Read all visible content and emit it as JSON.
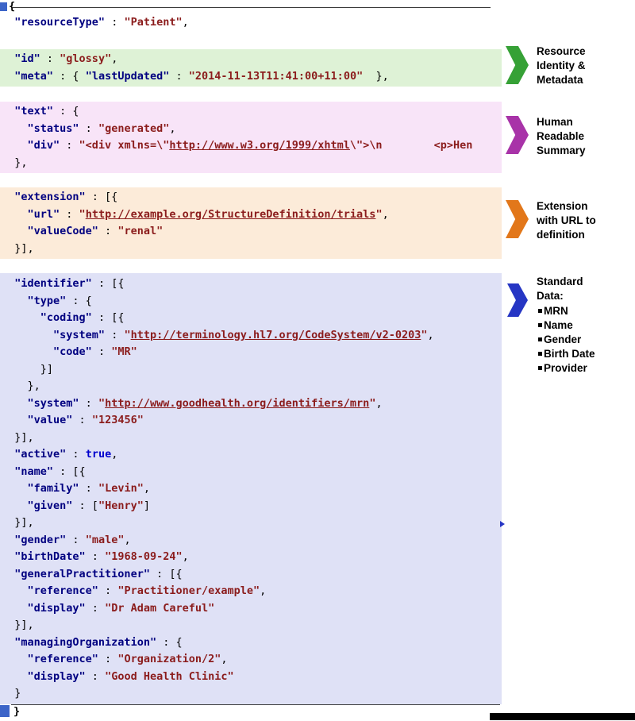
{
  "page": {
    "top_brace": "{",
    "bottom_brace": "}"
  },
  "syntax_colors": {
    "key": "#000080",
    "string": "#8b1c1c",
    "link": "#8b1c1c",
    "punct": "#000000",
    "keyword": "#0000cd"
  },
  "annotations": [
    {
      "name": "resource-identity",
      "color": "#36a136",
      "lines": [
        "Resource",
        "Identity &",
        "Metadata"
      ]
    },
    {
      "name": "human-readable",
      "color": "#a833a8",
      "lines": [
        "Human",
        "Readable",
        "Summary"
      ]
    },
    {
      "name": "extension",
      "color": "#e2771a",
      "lines": [
        "Extension",
        "with URL to",
        "definition"
      ]
    },
    {
      "name": "standard-data",
      "color": "#2636c4",
      "lines": [
        "Standard",
        "Data:"
      ],
      "bullets": [
        "MRN",
        "Name",
        "Gender",
        "Birth Date",
        "Provider"
      ]
    }
  ],
  "code": {
    "sections": [
      {
        "name": "header",
        "bg": "",
        "lines": [
          [
            {
              "c": "p",
              "t": "  "
            },
            {
              "c": "k",
              "t": "\"resourceType\""
            },
            {
              "c": "p",
              "t": " : "
            },
            {
              "c": "s",
              "t": "\"Patient\""
            },
            {
              "c": "p",
              "t": ","
            }
          ]
        ]
      },
      {
        "name": "identity",
        "bg": "#def2d6",
        "lines": [
          [
            {
              "c": "p",
              "t": "  "
            },
            {
              "c": "k",
              "t": "\"id\""
            },
            {
              "c": "p",
              "t": " : "
            },
            {
              "c": "s",
              "t": "\"glossy\""
            },
            {
              "c": "p",
              "t": ","
            }
          ],
          [
            {
              "c": "p",
              "t": "  "
            },
            {
              "c": "k",
              "t": "\"meta\""
            },
            {
              "c": "p",
              "t": " : { "
            },
            {
              "c": "k",
              "t": "\"lastUpdated\""
            },
            {
              "c": "p",
              "t": " : "
            },
            {
              "c": "s",
              "t": "\"2014-11-13T11:41:00+11:00\""
            },
            {
              "c": "p",
              "t": "  },"
            }
          ]
        ]
      },
      {
        "name": "narrative",
        "bg": "#f8e4f8",
        "lines": [
          [
            {
              "c": "p",
              "t": "  "
            },
            {
              "c": "k",
              "t": "\"text\""
            },
            {
              "c": "p",
              "t": " : {"
            }
          ],
          [
            {
              "c": "p",
              "t": "    "
            },
            {
              "c": "k",
              "t": "\"status\""
            },
            {
              "c": "p",
              "t": " : "
            },
            {
              "c": "s",
              "t": "\"generated\""
            },
            {
              "c": "p",
              "t": ","
            }
          ],
          [
            {
              "c": "p",
              "t": "    "
            },
            {
              "c": "k",
              "t": "\"div\""
            },
            {
              "c": "p",
              "t": " : "
            },
            {
              "c": "s",
              "t": "\"<div xmlns=\\\""
            },
            {
              "c": "l",
              "t": "http://www.w3.org/1999/xhtml"
            },
            {
              "c": "s",
              "t": "\\\">\\n        <p>Hen"
            }
          ],
          [
            {
              "c": "p",
              "t": "  },"
            }
          ]
        ]
      },
      {
        "name": "extension",
        "bg": "#fcebd9",
        "lines": [
          [
            {
              "c": "p",
              "t": "  "
            },
            {
              "c": "k",
              "t": "\"extension\""
            },
            {
              "c": "p",
              "t": " : [{"
            }
          ],
          [
            {
              "c": "p",
              "t": "    "
            },
            {
              "c": "k",
              "t": "\"url\""
            },
            {
              "c": "p",
              "t": " : "
            },
            {
              "c": "s",
              "t": "\""
            },
            {
              "c": "l",
              "t": "http://example.org/StructureDefinition/trials"
            },
            {
              "c": "s",
              "t": "\""
            },
            {
              "c": "p",
              "t": ","
            }
          ],
          [
            {
              "c": "p",
              "t": "    "
            },
            {
              "c": "k",
              "t": "\"valueCode\""
            },
            {
              "c": "p",
              "t": " : "
            },
            {
              "c": "s",
              "t": "\"renal\""
            }
          ],
          [
            {
              "c": "p",
              "t": "  }],"
            }
          ]
        ]
      },
      {
        "name": "data",
        "bg": "#dfe1f6",
        "lines": [
          [
            {
              "c": "p",
              "t": "  "
            },
            {
              "c": "k",
              "t": "\"identifier\""
            },
            {
              "c": "p",
              "t": " : [{"
            }
          ],
          [
            {
              "c": "p",
              "t": "    "
            },
            {
              "c": "k",
              "t": "\"type\""
            },
            {
              "c": "p",
              "t": " : {"
            }
          ],
          [
            {
              "c": "p",
              "t": "      "
            },
            {
              "c": "k",
              "t": "\"coding\""
            },
            {
              "c": "p",
              "t": " : [{"
            }
          ],
          [
            {
              "c": "p",
              "t": "        "
            },
            {
              "c": "k",
              "t": "\"system\""
            },
            {
              "c": "p",
              "t": " : "
            },
            {
              "c": "s",
              "t": "\""
            },
            {
              "c": "l",
              "t": "http://terminology.hl7.org/CodeSystem/v2-0203"
            },
            {
              "c": "s",
              "t": "\""
            },
            {
              "c": "p",
              "t": ","
            }
          ],
          [
            {
              "c": "p",
              "t": "        "
            },
            {
              "c": "k",
              "t": "\"code\""
            },
            {
              "c": "p",
              "t": " : "
            },
            {
              "c": "s",
              "t": "\"MR\""
            }
          ],
          [
            {
              "c": "p",
              "t": "      }]"
            }
          ],
          [
            {
              "c": "p",
              "t": "    },"
            }
          ],
          [
            {
              "c": "p",
              "t": "    "
            },
            {
              "c": "k",
              "t": "\"system\""
            },
            {
              "c": "p",
              "t": " : "
            },
            {
              "c": "s",
              "t": "\""
            },
            {
              "c": "l",
              "t": "http://www.goodhealth.org/identifiers/mrn"
            },
            {
              "c": "s",
              "t": "\""
            },
            {
              "c": "p",
              "t": ","
            }
          ],
          [
            {
              "c": "p",
              "t": "    "
            },
            {
              "c": "k",
              "t": "\"value\""
            },
            {
              "c": "p",
              "t": " : "
            },
            {
              "c": "s",
              "t": "\"123456\""
            }
          ],
          [
            {
              "c": "p",
              "t": "  }],"
            }
          ],
          [
            {
              "c": "p",
              "t": "  "
            },
            {
              "c": "k",
              "t": "\"active\""
            },
            {
              "c": "p",
              "t": " : "
            },
            {
              "c": "b",
              "t": "true"
            },
            {
              "c": "p",
              "t": ","
            }
          ],
          [
            {
              "c": "p",
              "t": "  "
            },
            {
              "c": "k",
              "t": "\"name\""
            },
            {
              "c": "p",
              "t": " : [{"
            }
          ],
          [
            {
              "c": "p",
              "t": "    "
            },
            {
              "c": "k",
              "t": "\"family\""
            },
            {
              "c": "p",
              "t": " : "
            },
            {
              "c": "s",
              "t": "\"Levin\""
            },
            {
              "c": "p",
              "t": ","
            }
          ],
          [
            {
              "c": "p",
              "t": "    "
            },
            {
              "c": "k",
              "t": "\"given\""
            },
            {
              "c": "p",
              "t": " : ["
            },
            {
              "c": "s",
              "t": "\"Henry\""
            },
            {
              "c": "p",
              "t": "]"
            }
          ],
          [
            {
              "c": "p",
              "t": "  }],"
            }
          ],
          [
            {
              "c": "p",
              "t": "  "
            },
            {
              "c": "k",
              "t": "\"gender\""
            },
            {
              "c": "p",
              "t": " : "
            },
            {
              "c": "s",
              "t": "\"male\""
            },
            {
              "c": "p",
              "t": ","
            }
          ],
          [
            {
              "c": "p",
              "t": "  "
            },
            {
              "c": "k",
              "t": "\"birthDate\""
            },
            {
              "c": "p",
              "t": " : "
            },
            {
              "c": "s",
              "t": "\"1968-09-24\""
            },
            {
              "c": "p",
              "t": ","
            }
          ],
          [
            {
              "c": "p",
              "t": "  "
            },
            {
              "c": "k",
              "t": "\"generalPractitioner\""
            },
            {
              "c": "p",
              "t": " : [{"
            }
          ],
          [
            {
              "c": "p",
              "t": "    "
            },
            {
              "c": "k",
              "t": "\"reference\""
            },
            {
              "c": "p",
              "t": " : "
            },
            {
              "c": "s",
              "t": "\"Practitioner/example\""
            },
            {
              "c": "p",
              "t": ","
            }
          ],
          [
            {
              "c": "p",
              "t": "    "
            },
            {
              "c": "k",
              "t": "\"display\""
            },
            {
              "c": "p",
              "t": " : "
            },
            {
              "c": "s",
              "t": "\"Dr Adam Careful\""
            }
          ],
          [
            {
              "c": "p",
              "t": "  }],"
            }
          ],
          [
            {
              "c": "p",
              "t": "  "
            },
            {
              "c": "k",
              "t": "\"managingOrganization\""
            },
            {
              "c": "p",
              "t": " : {"
            }
          ],
          [
            {
              "c": "p",
              "t": "    "
            },
            {
              "c": "k",
              "t": "\"reference\""
            },
            {
              "c": "p",
              "t": " : "
            },
            {
              "c": "s",
              "t": "\"Organization/2\""
            },
            {
              "c": "p",
              "t": ","
            }
          ],
          [
            {
              "c": "p",
              "t": "    "
            },
            {
              "c": "k",
              "t": "\"display\""
            },
            {
              "c": "p",
              "t": " : "
            },
            {
              "c": "s",
              "t": "\"Good Health Clinic\""
            }
          ],
          [
            {
              "c": "p",
              "t": "  }"
            }
          ]
        ]
      }
    ]
  }
}
